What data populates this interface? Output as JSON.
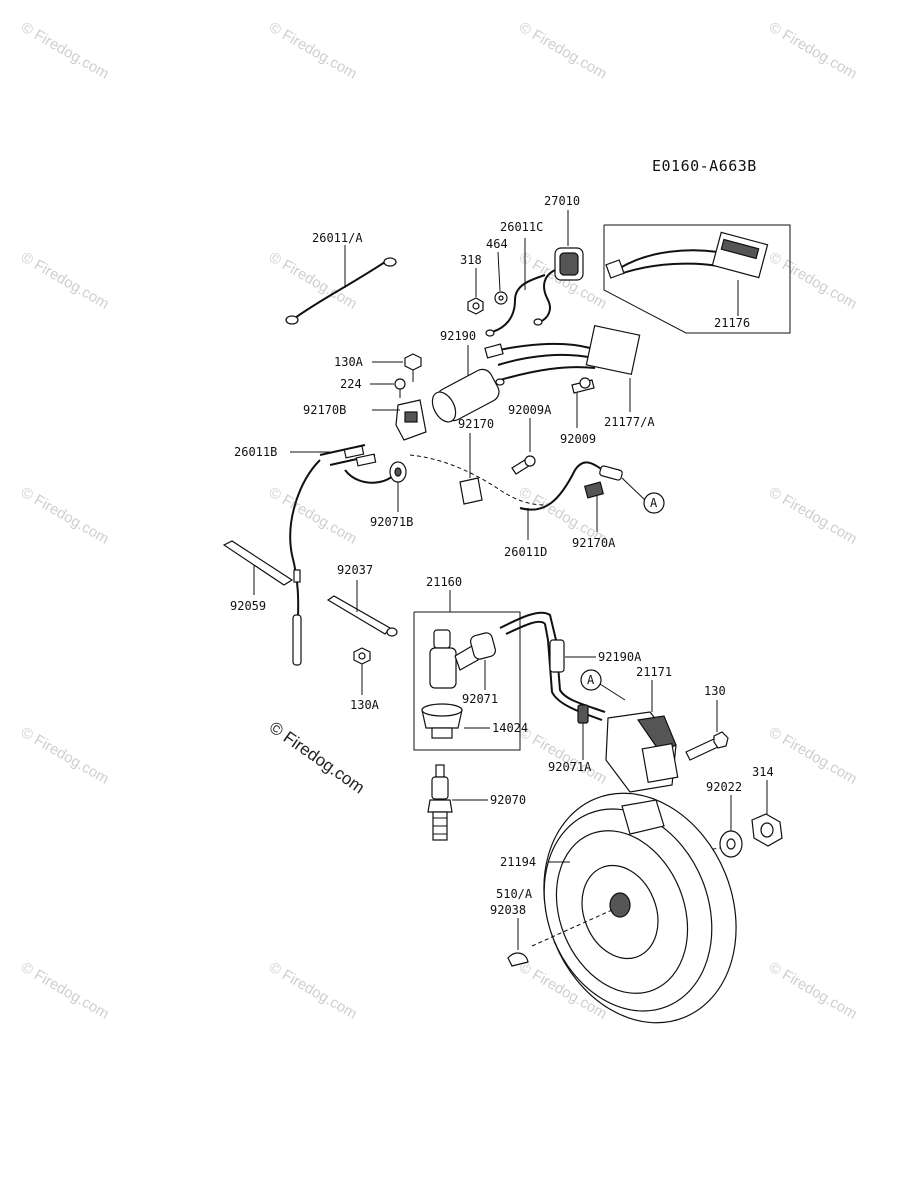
{
  "diagram_code": "E0160-A663B",
  "brand": "© Firedog.com",
  "watermark": "© Firedog.com",
  "callout_a": "A",
  "parts": {
    "p26011A": "26011/A",
    "p318": "318",
    "p464": "464",
    "p26011C": "26011C",
    "p27010": "27010",
    "p21176": "21176",
    "p92190": "92190",
    "p130A_top": "130A",
    "p224": "224",
    "p92170B": "92170B",
    "p92009A": "92009A",
    "p92009": "92009",
    "p21177A": "21177/A",
    "p92170": "92170",
    "p26011B": "26011B",
    "p92071B": "92071B",
    "p26011D": "26011D",
    "p92170A": "92170A",
    "p92037": "92037",
    "p21160": "21160",
    "p92059": "92059",
    "p130A_bot": "130A",
    "p92190A": "92190A",
    "p92071": "92071",
    "p21171": "21171",
    "p130": "130",
    "p14024": "14024",
    "p92071A": "92071A",
    "p314": "314",
    "p92022": "92022",
    "p92070": "92070",
    "p21194": "21194",
    "p510A": "510/A",
    "p92038": "92038"
  }
}
